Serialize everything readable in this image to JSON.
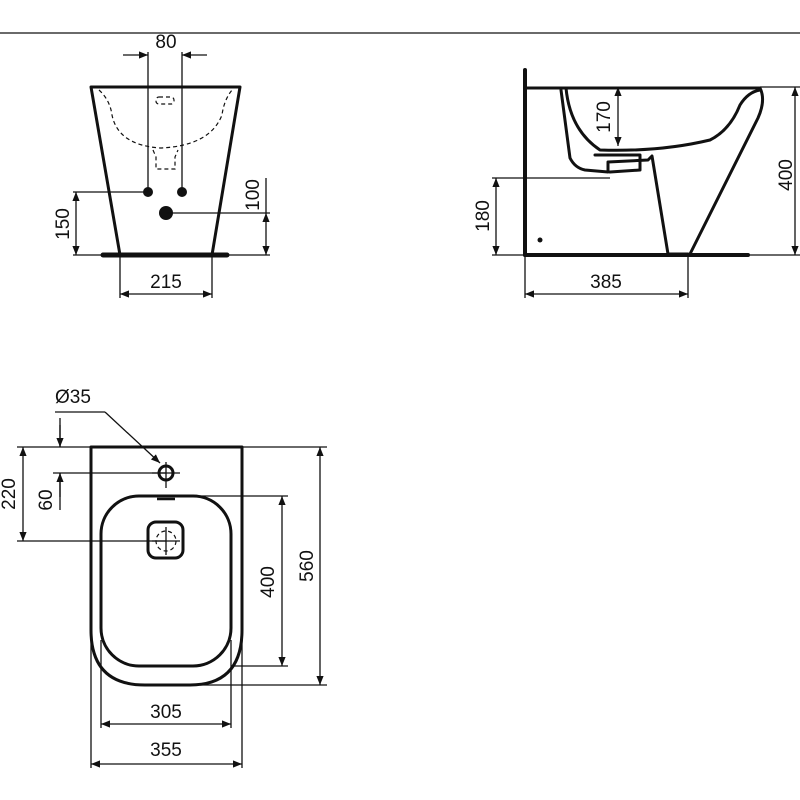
{
  "front_view": {
    "dim_tap_spacing": "80",
    "dim_inlet_height": "150",
    "dim_outlet_height": "100",
    "dim_base_width": "215"
  },
  "side_view": {
    "dim_bowl_depth": "170",
    "dim_total_height": "400",
    "dim_outlet_height": "180",
    "dim_projection": "385"
  },
  "plan_view": {
    "dim_tap_hole": "Ø35",
    "dim_drain_from_wall": "220",
    "dim_tap_from_wall": "60",
    "dim_bowl_length": "400",
    "dim_total_length": "560",
    "dim_bowl_width": "305",
    "dim_total_width": "355"
  }
}
